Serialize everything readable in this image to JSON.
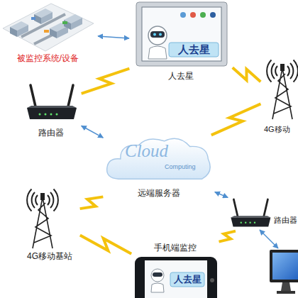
{
  "diagram": {
    "nodes": [
      {
        "text": [
          "被监控系统/设备"
        ]
      },
      {
        "text": [
          "人去星",
          "人去星"
        ]
      },
      {
        "text": [
          "4G移动"
        ]
      },
      {
        "text": [
          "路由器"
        ]
      },
      {
        "text": [
          "Cloud",
          "Computing",
          "远端服务器"
        ]
      },
      {
        "text": [
          "4G移动基站"
        ]
      },
      {
        "text": [
          "路由器"
        ]
      },
      {
        "text": [
          "手机端监控",
          "人去星"
        ]
      }
    ],
    "edges": [
      {
        "from": 0,
        "to": 1,
        "arrow": "both"
      },
      {
        "from": 1,
        "to": 3,
        "arrow": "none"
      },
      {
        "from": 1,
        "to": 2,
        "arrow": "none"
      },
      {
        "from": 2,
        "to": 4,
        "arrow": "none"
      },
      {
        "from": 3,
        "to": 4,
        "arrow": "both"
      },
      {
        "from": 5,
        "to": 4,
        "arrow": "none"
      },
      {
        "from": 4,
        "to": 6,
        "arrow": "both"
      },
      {
        "from": 5,
        "to": 7,
        "arrow": "none"
      },
      {
        "from": 7,
        "to": 6,
        "arrow": "none"
      }
    ]
  }
}
